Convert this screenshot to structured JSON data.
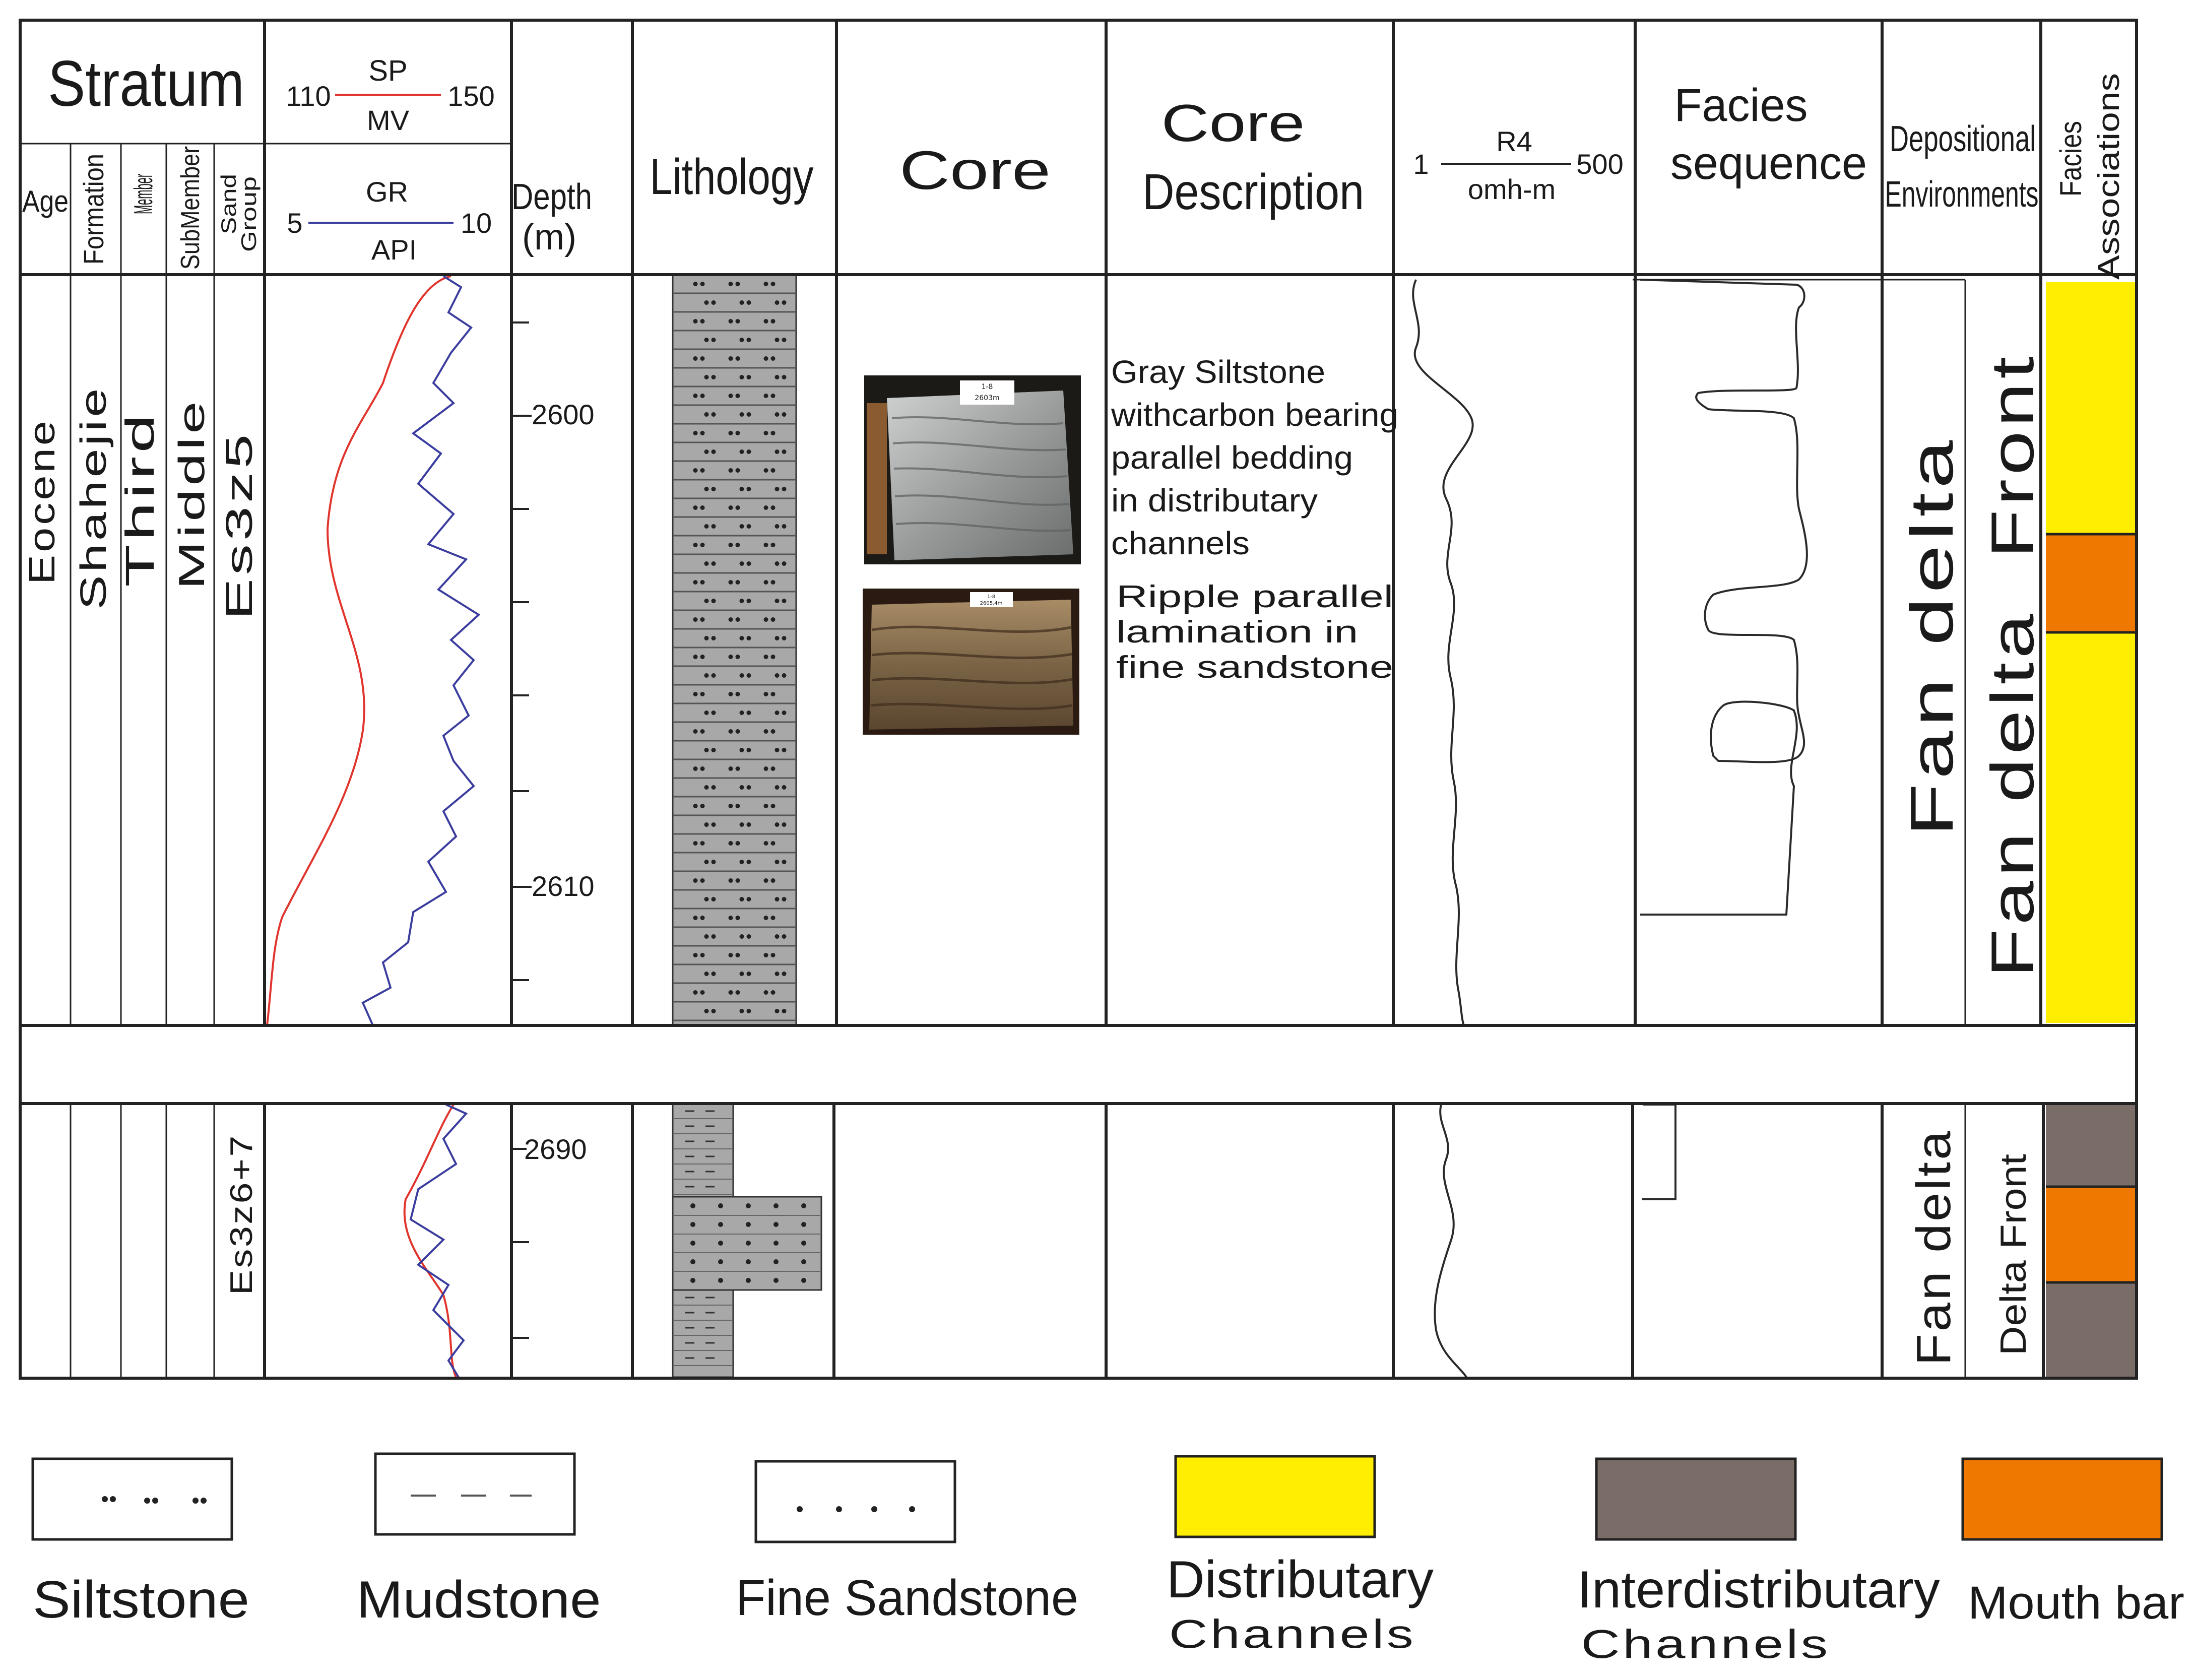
{
  "header": {
    "stratum": "Stratum",
    "sp": {
      "label": "SP",
      "min": "110",
      "max": "150",
      "unit": "MV"
    },
    "gr": {
      "label": "GR",
      "min": "5",
      "max": "10",
      "unit": "API"
    },
    "sub_columns": [
      "Age",
      "Formation",
      "Member",
      "SubMember"
    ],
    "sand_group": [
      "Sand",
      "Group"
    ],
    "depth": [
      "Depth",
      "(m)"
    ],
    "lithology": "Lithology",
    "core": "Core",
    "core_description": [
      "Core",
      "Description"
    ],
    "resistivity": {
      "label": "R4",
      "min": "1",
      "max": "500",
      "unit": "omh-m"
    },
    "facies_sequence": [
      "Facies",
      "sequence"
    ],
    "depositional_environments": [
      "Depositional",
      "Environments"
    ],
    "facies_associations": [
      "Facies",
      "Associations"
    ]
  },
  "upper_interval": {
    "age": "Eocene",
    "formation": "Shahejie",
    "member": "Third",
    "submember": "Middle",
    "sand_group": "Es3z5",
    "depth_ticks": [
      "2600",
      "2610"
    ],
    "core_photo_labels": [
      [
        "1-8",
        "2603m"
      ],
      [
        "1-8",
        "2605.4m"
      ]
    ],
    "core_description_1": [
      "Gray Siltstone",
      "withcarbon bearing",
      "parallel bedding",
      "in distributary",
      "channels"
    ],
    "core_description_2": [
      "Ripple parallel",
      "lamination in",
      "fine sandstone"
    ],
    "environment_1": "Fan delta",
    "environment_2": "Fan delta  Front",
    "facies": [
      "Distributary Channels",
      "Mouth bar",
      "Distributary Channels"
    ]
  },
  "lower_interval": {
    "sand_group": "Es3z6+7",
    "depth_ticks": [
      "2690"
    ],
    "environment_1": "Fan delta",
    "environment_2": "Delta Front",
    "facies": [
      "Interdistributary Channels",
      "Mouth bar",
      "Interdistributary Channels"
    ]
  },
  "legend": [
    {
      "pattern": "siltstone",
      "label": [
        "Siltstone"
      ]
    },
    {
      "pattern": "mudstone",
      "label": [
        "Mudstone"
      ]
    },
    {
      "pattern": "fine-sandstone",
      "label": [
        "Fine Sandstone"
      ]
    },
    {
      "pattern": "distributary",
      "label": [
        "Distributary",
        "Channels"
      ],
      "color": "#ffee00"
    },
    {
      "pattern": "interdistributary",
      "label": [
        "Interdistributary",
        "Channels"
      ],
      "color": "#7a6c66"
    },
    {
      "pattern": "mouth-bar",
      "label": [
        "Mouth bar"
      ],
      "color": "#ee7800"
    }
  ],
  "colors": {
    "distributary": "#ffee00",
    "mouth_bar": "#ee7800",
    "interdistributary": "#7a6c66",
    "lithology_fill": "#a8a8a8",
    "sp_curve": "#e0342c",
    "gr_curve": "#3a3d9e"
  },
  "icons": [
    "core-photo-siltstone",
    "core-photo-fine-sandstone"
  ]
}
